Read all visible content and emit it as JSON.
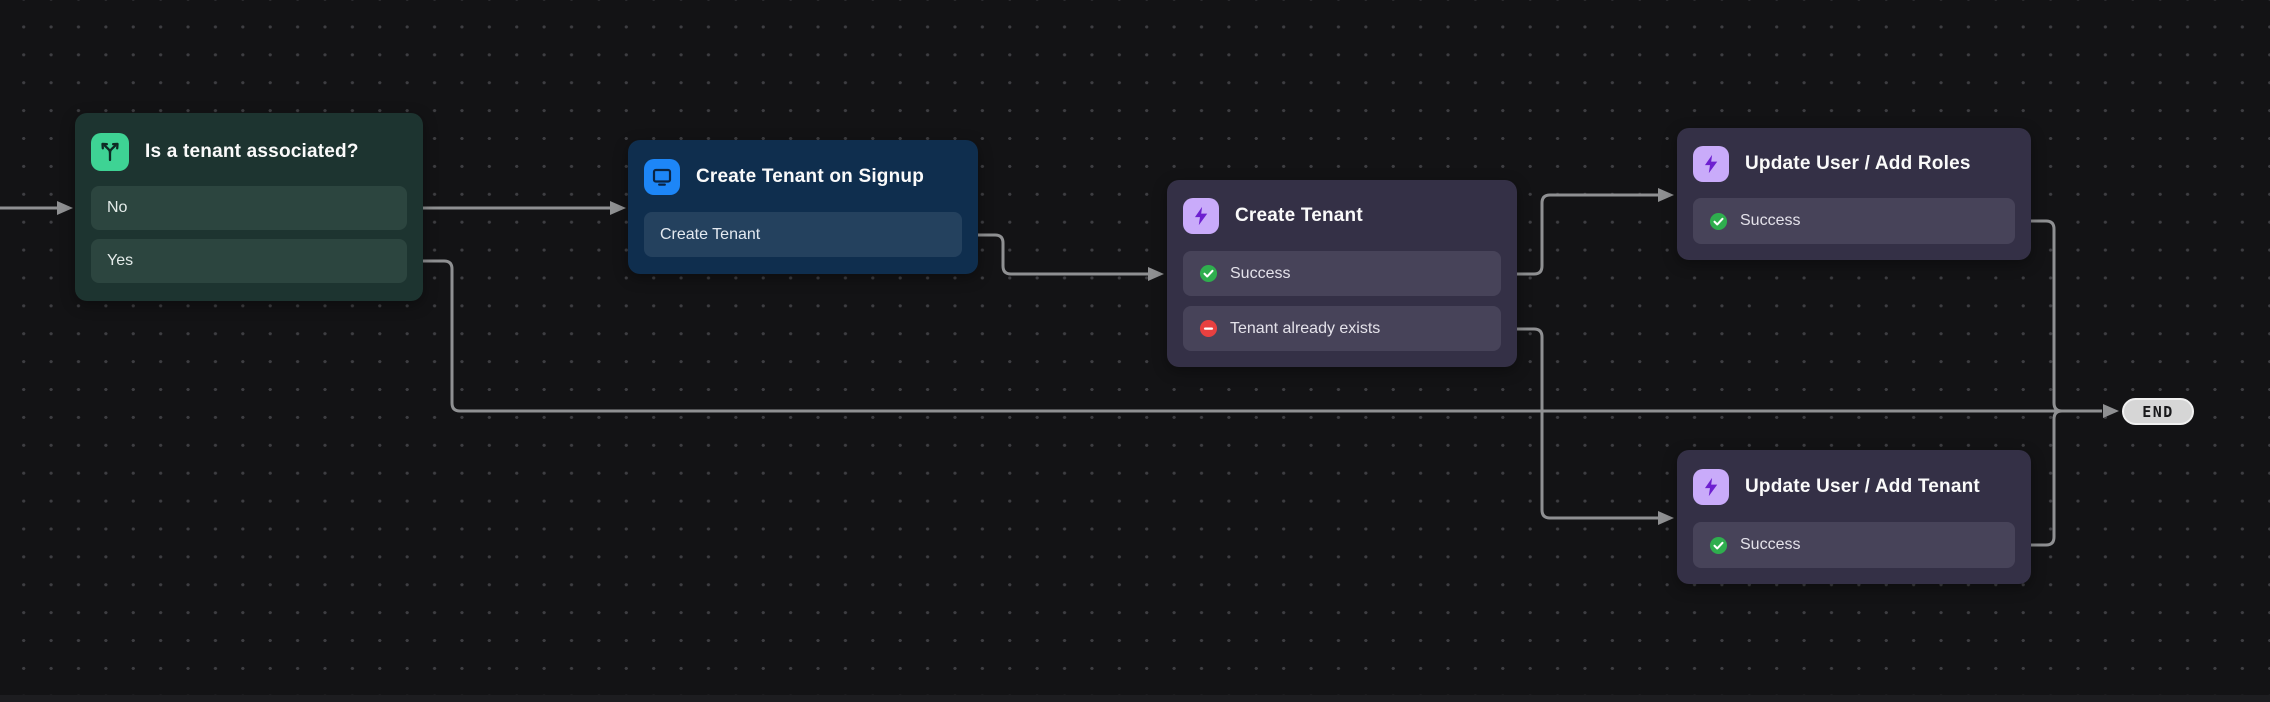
{
  "canvas": {
    "background": "#131315",
    "dot_color": "#3e3e42",
    "edge_color": "#8f9092"
  },
  "end_node": {
    "label": "END",
    "fill": "#d6d6d6",
    "border": "#f0f0f0",
    "text_color": "#19191b"
  },
  "status_colors": {
    "success": "#2fae4e",
    "error": "#e84040"
  },
  "nodes": [
    {
      "id": "is-tenant-associated",
      "type": "branch",
      "title": "Is a tenant associated?",
      "icon": "branch-icon",
      "accent": "#3ed394",
      "body_color": "#1d3430",
      "row_color": "#2c453f",
      "outputs": [
        {
          "label": "No"
        },
        {
          "label": "Yes"
        }
      ]
    },
    {
      "id": "create-tenant-on-signup",
      "type": "trigger",
      "title": "Create Tenant on Signup",
      "icon": "monitor-icon",
      "accent": "#1d86f7",
      "body_color": "#0f2e4e",
      "row_color": "#24415e",
      "outputs": [
        {
          "label": "Create Tenant"
        }
      ]
    },
    {
      "id": "create-tenant",
      "type": "action",
      "title": "Create Tenant",
      "icon": "lightning-icon",
      "accent": "#c9abfa",
      "body_color": "#343046",
      "row_color": "#474359",
      "outputs": [
        {
          "label": "Success",
          "status": "success"
        },
        {
          "label": "Tenant already exists",
          "status": "error"
        }
      ]
    },
    {
      "id": "update-user-add-roles",
      "type": "action",
      "title": "Update User / Add Roles",
      "icon": "lightning-icon",
      "accent": "#c9abfa",
      "body_color": "#343046",
      "row_color": "#474359",
      "outputs": [
        {
          "label": "Success",
          "status": "success"
        }
      ]
    },
    {
      "id": "update-user-add-tenant",
      "type": "action",
      "title": "Update User / Add Tenant",
      "icon": "lightning-icon",
      "accent": "#c9abfa",
      "body_color": "#343046",
      "row_color": "#474359",
      "outputs": [
        {
          "label": "Success",
          "status": "success"
        }
      ]
    }
  ]
}
